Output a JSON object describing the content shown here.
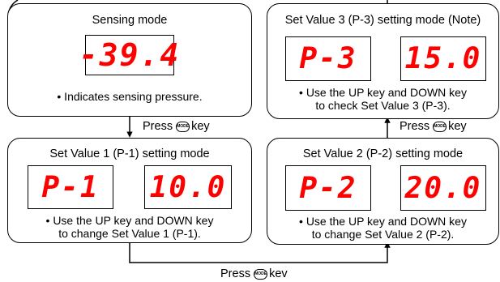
{
  "mode_key_label": "MODE",
  "sensing": {
    "title": "Sensing mode",
    "display": "-39.4",
    "desc": "• Indicates sensing pressure."
  },
  "set3": {
    "title": "Set Value 3 (P-3) setting mode (Note)",
    "display_left": "P-3",
    "display_right": "15.0",
    "desc_line1": "• Use the UP key and DOWN key",
    "desc_line2": "to check Set Value 3 (P-3)."
  },
  "set1": {
    "title": "Set Value 1 (P-1) setting mode",
    "display_left": "P-1",
    "display_right": "10.0",
    "desc_line1": "• Use the UP key and DOWN key",
    "desc_line2": "to change Set Value 1 (P-1)."
  },
  "set2": {
    "title": "Set Value 2 (P-2) setting mode",
    "display_left": "P-2",
    "display_right": "20.0",
    "desc_line1": "• Use the UP key and DOWN key",
    "desc_line2": "to change Set Value 2 (P-2)."
  },
  "transitions": {
    "press_prefix": "Press",
    "key_suffix_left": "key",
    "key_suffix_right": "key",
    "key_suffix_bottom": "kev"
  }
}
